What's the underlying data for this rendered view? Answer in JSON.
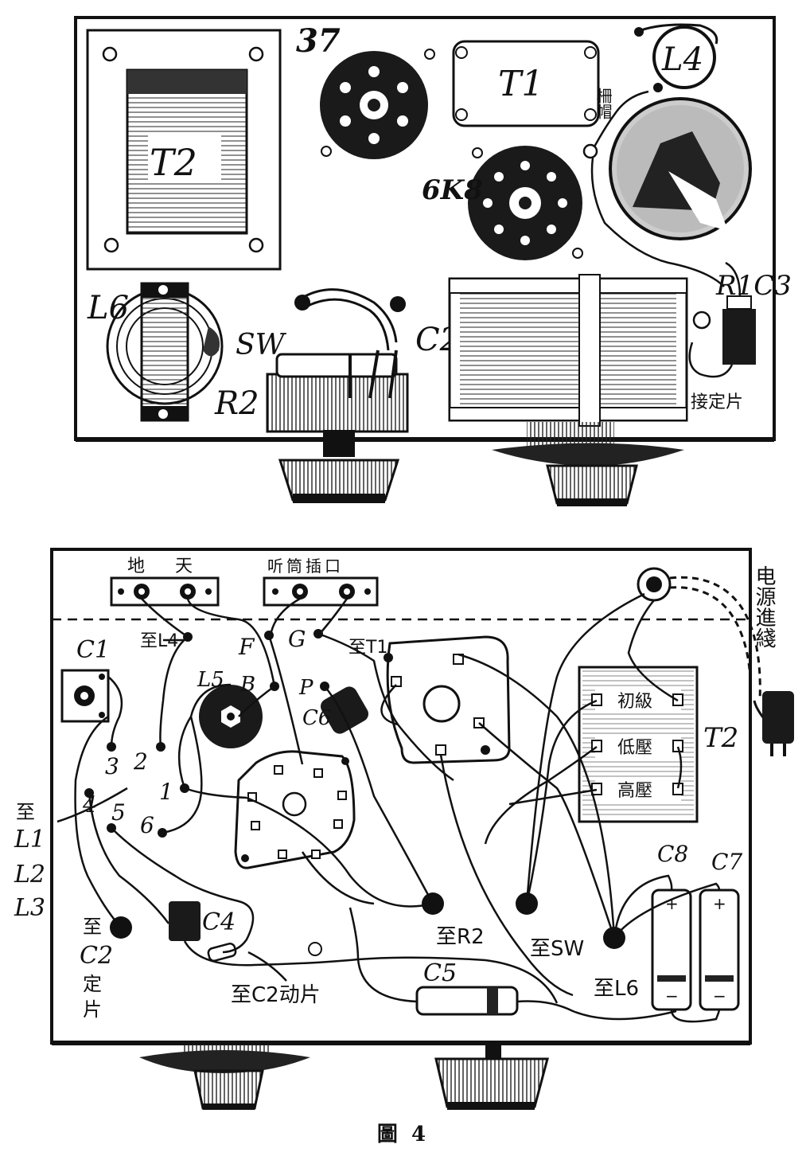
{
  "figure": {
    "caption": "圖 4"
  },
  "top_view": {
    "labels": {
      "t2": "T2",
      "t1": "T1",
      "tube_37": "37",
      "tube_6k8": "6K8",
      "l4": "L4",
      "cap": "柵帽",
      "l6": "L6",
      "sw": "SW",
      "r2": "R2",
      "c2": "C2",
      "r1c3": "R1C3",
      "to_stator": "接定片"
    }
  },
  "bottom_view": {
    "labels": {
      "terminal_ground": "地",
      "terminal_antenna": "天",
      "terminal_headphone": "听筒插口",
      "power_cord": "电源進綫",
      "c1": "C1",
      "to_l4": "至L4",
      "f": "F",
      "g": "G",
      "to_t1": "至T1",
      "l5": "L5",
      "b": "B",
      "p": "P",
      "c6": "C6",
      "t2": "T2",
      "primary": "初級",
      "low_voltage": "低壓",
      "high_voltage": "高壓",
      "pin3": "3",
      "pin2": "2",
      "pin1": "1",
      "pin4": "4",
      "pin5": "5",
      "pin6": "6",
      "to_l123_a": "至",
      "to_l123_b": "L1",
      "to_l123_c": "L2",
      "to_l123_d": "L3",
      "to_c2_stator_a": "至",
      "to_c2_stator_b": "C2",
      "to_c2_stator_c": "定",
      "to_c2_stator_d": "片",
      "c4": "C4",
      "to_c2_rotor": "至C2动片",
      "c5": "C5",
      "to_r2": "至R2",
      "to_sw": "至SW",
      "to_l6": "至L6",
      "c8": "C8",
      "c7": "C7"
    }
  }
}
